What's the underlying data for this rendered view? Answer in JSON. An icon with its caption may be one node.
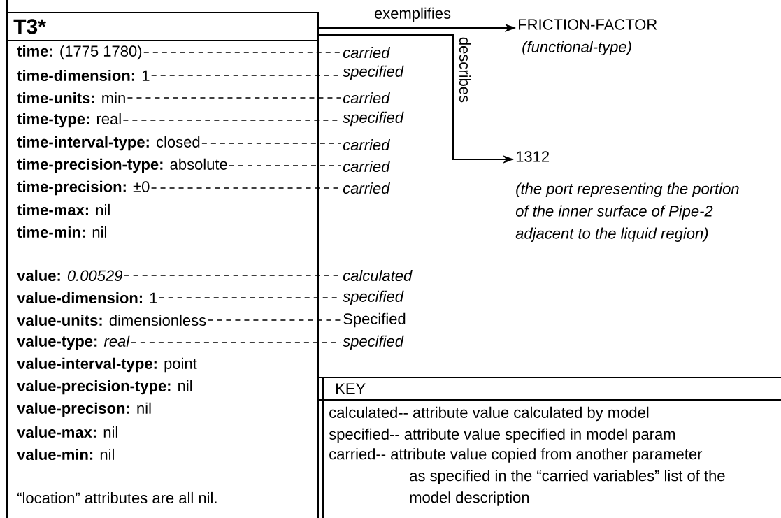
{
  "diagram": {
    "nodes": [
      {
        "text": [
          "T3*"
        ]
      },
      {
        "text": [
          "**time:** (1775 1780)"
        ],
        "in": 0
      },
      {
        "text": [
          "**time-dimension:** 1"
        ],
        "in": 0
      },
      {
        "text": [
          "**time-units:** min"
        ],
        "in": 0
      },
      {
        "text": [
          "**time-type:** real"
        ],
        "in": 0
      },
      {
        "text": [
          "**time-interval-type:** closed"
        ],
        "in": 0
      },
      {
        "text": [
          "**time-precision-type:** absolute"
        ],
        "in": 0
      },
      {
        "text": [
          "**time-precision:** ±0"
        ],
        "in": 0
      },
      {
        "text": [
          "**time-max:** nil"
        ],
        "in": 0
      },
      {
        "text": [
          "**time-min:** nil"
        ],
        "in": 0
      },
      {
        "text": [
          "**value:** *0.00529*"
        ],
        "in": 0
      },
      {
        "text": [
          "**value-dimension:** 1"
        ],
        "in": 0
      },
      {
        "text": [
          "**value-units:** dimensionless"
        ],
        "in": 0
      },
      {
        "text": [
          "**value-type:** *real*"
        ],
        "in": 0
      },
      {
        "text": [
          "**value-interval-type:** point"
        ],
        "in": 0
      },
      {
        "text": [
          "**value-precision-type:** nil"
        ],
        "in": 0
      },
      {
        "text": [
          "**value-precison:** nil"
        ],
        "in": 0
      },
      {
        "text": [
          "**value-max:** nil"
        ],
        "in": 0
      },
      {
        "text": [
          "**value-min:** nil"
        ],
        "in": 0
      },
      {
        "text": [
          "“location” attributes are all nil."
        ],
        "in": 0
      },
      {
        "text": [
          "carried"
        ]
      },
      {
        "text": [
          "specified"
        ]
      },
      {
        "text": [
          "carried"
        ]
      },
      {
        "text": [
          "specified"
        ]
      },
      {
        "text": [
          "carried"
        ]
      },
      {
        "text": [
          "carried"
        ]
      },
      {
        "text": [
          "carried"
        ]
      },
      {
        "text": [
          "calculated"
        ]
      },
      {
        "text": [
          "specified"
        ]
      },
      {
        "text": [
          "Specified"
        ]
      },
      {
        "text": [
          "specified"
        ]
      },
      {
        "text": [
          "FRICTION-FACTOR",
          "(functional-type)"
        ]
      },
      {
        "text": [
          "1312",
          "(the port representing the portion of the inner surface of Pipe-2 adjacent to the liquid region)"
        ]
      },
      {
        "text": [
          "KEY",
          "calculated-- attribute value calculated by model",
          "specified-- attribute value specified in model param",
          "carried-- attribute value copied from another parameter as specified in the “carried variables” list of the model description"
        ]
      }
    ],
    "edges": [
      {
        "from": 0,
        "to": 31,
        "arrow": "to",
        "label": "exemplifies"
      },
      {
        "from": 0,
        "to": 32,
        "arrow": "to",
        "label": "describes"
      },
      {
        "from": 1,
        "to": 20,
        "arrow": "none",
        "style": "dashed"
      },
      {
        "from": 2,
        "to": 21,
        "arrow": "none",
        "style": "dashed"
      },
      {
        "from": 3,
        "to": 22,
        "arrow": "none",
        "style": "dashed"
      },
      {
        "from": 4,
        "to": 23,
        "arrow": "none",
        "style": "dashed"
      },
      {
        "from": 5,
        "to": 24,
        "arrow": "none",
        "style": "dashed"
      },
      {
        "from": 6,
        "to": 25,
        "arrow": "none",
        "style": "dashed"
      },
      {
        "from": 7,
        "to": 26,
        "arrow": "none",
        "style": "dashed"
      },
      {
        "from": 10,
        "to": 27,
        "arrow": "none",
        "style": "dashed"
      },
      {
        "from": 11,
        "to": 28,
        "arrow": "none",
        "style": "dashed"
      },
      {
        "from": 12,
        "to": 29,
        "arrow": "none",
        "style": "dashed"
      },
      {
        "from": 13,
        "to": 30,
        "arrow": "none",
        "style": "dashed"
      }
    ]
  }
}
